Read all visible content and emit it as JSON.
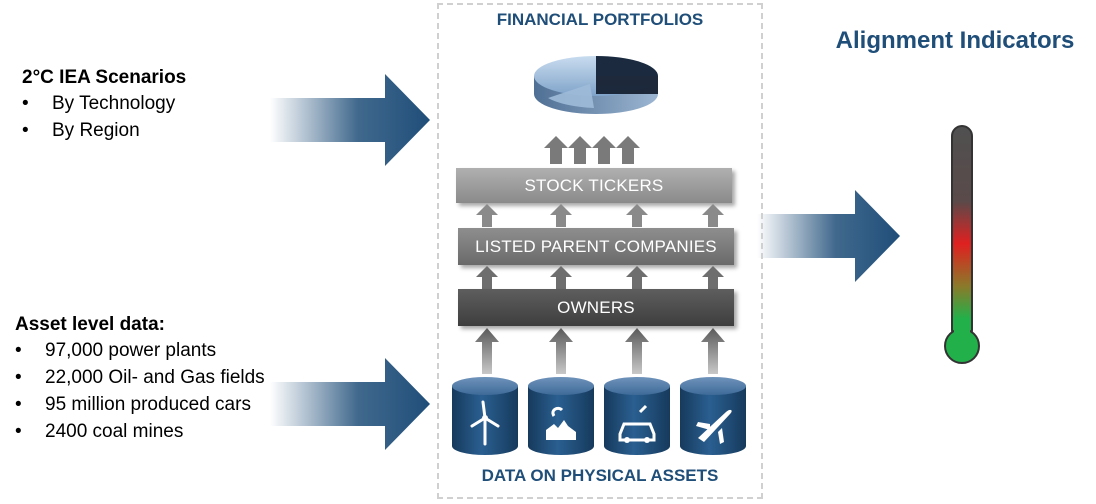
{
  "scenarios": {
    "title": "2°C IEA Scenarios",
    "bullets": [
      "By Technology",
      "By Region"
    ]
  },
  "assets": {
    "title": "Asset level data:",
    "bullets": [
      "97,000 power plants",
      "22,000 Oil- and Gas fields",
      "95 million produced cars",
      "2400 coal mines"
    ]
  },
  "center": {
    "top_label": "FINANCIAL PORTFOLIOS",
    "layers": [
      "STOCK TICKERS",
      "LISTED PARENT COMPANIES",
      "OWNERS"
    ],
    "bottom_label": "DATA ON PHYSICAL ASSETS",
    "asset_icons": [
      "wind-turbine-icon",
      "oil-gas-icon",
      "car-icon",
      "airplane-icon"
    ]
  },
  "indicators": {
    "title": "Alignment Indicators",
    "thermometer_colors": [
      "#505050",
      "#e02020",
      "#22b04a"
    ]
  },
  "colors": {
    "arrow_blue": "#1f4e79",
    "heading_blue": "#1f4e79",
    "cylinder_blue": "#1f4e79"
  }
}
